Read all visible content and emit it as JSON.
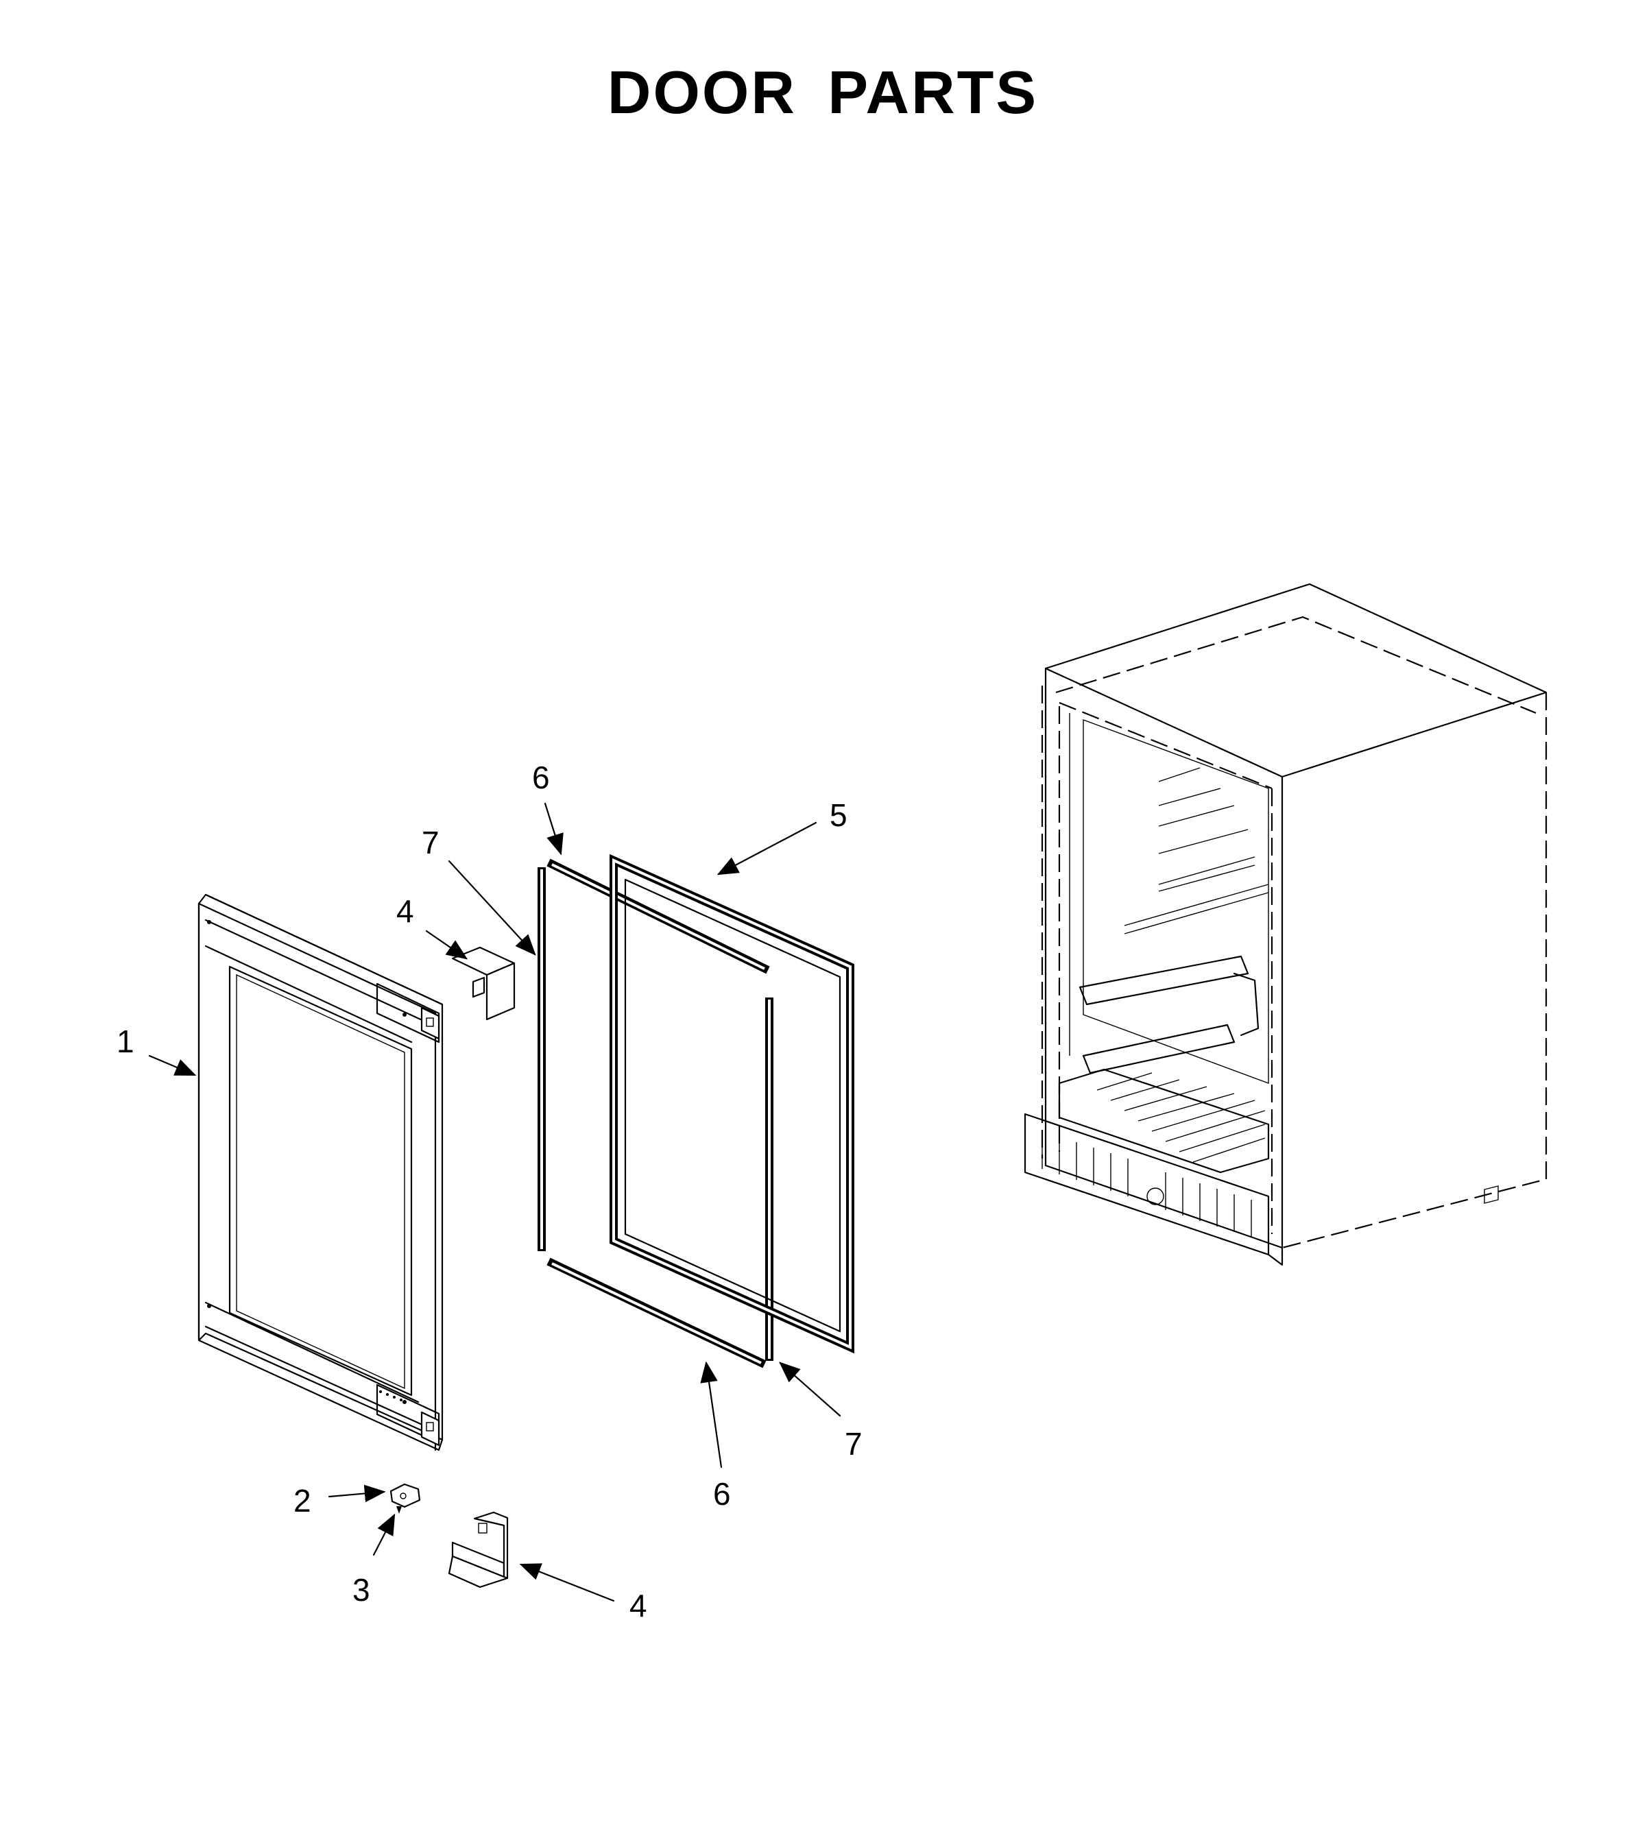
{
  "diagram": {
    "title": "DOOR PARTS",
    "callouts": [
      {
        "id": "c1",
        "label": "1",
        "part": "door-assembly"
      },
      {
        "id": "c2",
        "label": "2",
        "part": "hinge-bracket"
      },
      {
        "id": "c3",
        "label": "3",
        "part": "hinge-screw"
      },
      {
        "id": "c4a",
        "label": "4",
        "part": "hinge-cover-top"
      },
      {
        "id": "c4b",
        "label": "4",
        "part": "hinge-cover-bottom"
      },
      {
        "id": "c5",
        "label": "5",
        "part": "door-gasket"
      },
      {
        "id": "c6a",
        "label": "6",
        "part": "gasket-strip-horizontal-top"
      },
      {
        "id": "c6b",
        "label": "6",
        "part": "gasket-strip-horizontal-bottom"
      },
      {
        "id": "c7a",
        "label": "7",
        "part": "gasket-strip-vertical-left"
      },
      {
        "id": "c7b",
        "label": "7",
        "part": "gasket-strip-vertical-right"
      }
    ]
  }
}
